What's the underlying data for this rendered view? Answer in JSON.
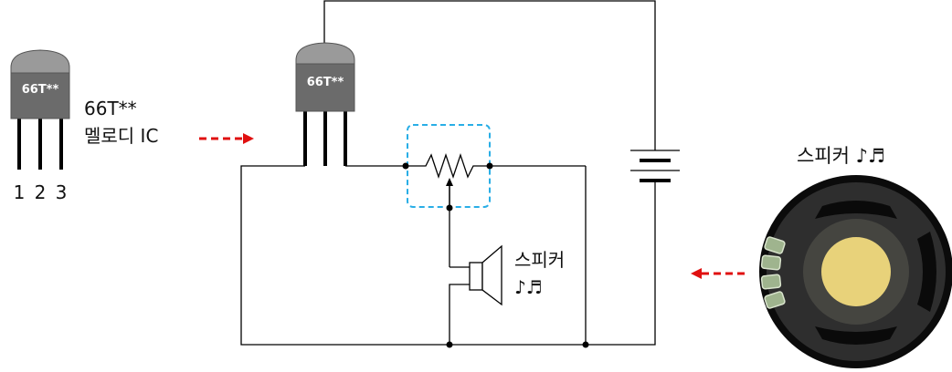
{
  "ic_legend": {
    "marking": "66T**",
    "name_line1": "66T**",
    "name_line2": "멜로디 IC",
    "pins": [
      "1",
      "2",
      "3"
    ]
  },
  "circuit": {
    "ic_marking": "66T**",
    "speaker_label": "스피커",
    "speaker_notes": "♪♬"
  },
  "speaker_photo": {
    "label": "스피커 ♪♬"
  },
  "colors": {
    "arrow": "#e01010",
    "highlight_box": "#29aee6",
    "wire": "#000000",
    "ic_body": "#6e6e6e",
    "speaker_center": "#e8d27a"
  }
}
